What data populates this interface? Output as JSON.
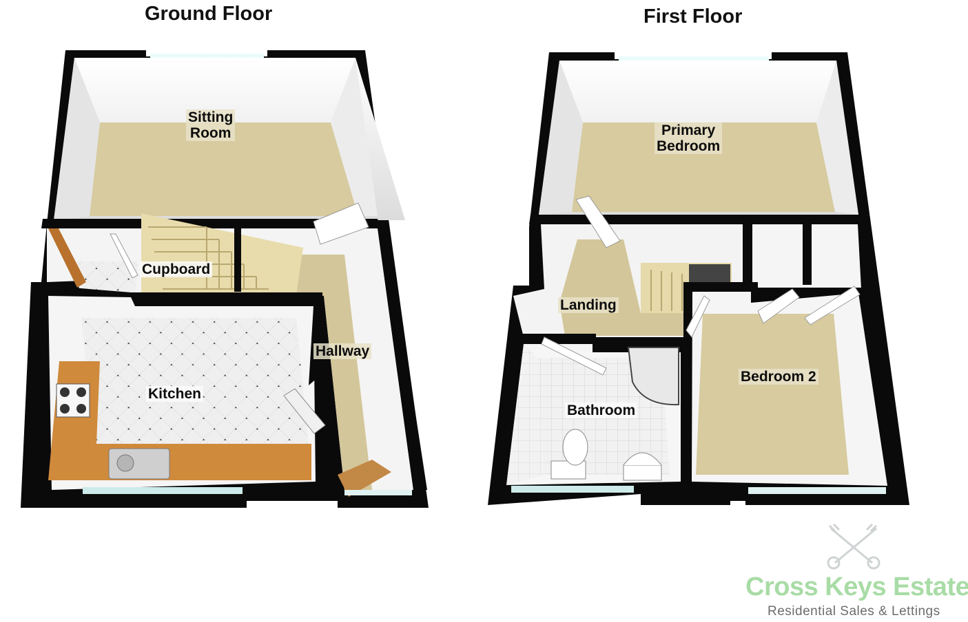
{
  "floors": {
    "ground": {
      "title": "Ground Floor",
      "rooms": {
        "sitting_room": "Sitting\nRoom",
        "cupboard": "Cupboard",
        "kitchen": "Kitchen",
        "hallway": "Hallway"
      }
    },
    "first": {
      "title": "First Floor",
      "rooms": {
        "primary_bedroom": "Primary\nBedroom",
        "landing": "Landing",
        "bathroom": "Bathroom",
        "bedroom_2": "Bedroom 2"
      }
    }
  },
  "branding": {
    "name": "Cross Keys Estates",
    "tagline": "Residential Sales & Lettings",
    "icon": "crossed-keys-icon",
    "color": "#a8dca6"
  },
  "colors": {
    "wall": "#0a0a0a",
    "carpet": "#d8ccA0",
    "wall_face": "#f2f2f2",
    "worktop": "#d08a3c",
    "tile": "#eeeeee"
  }
}
